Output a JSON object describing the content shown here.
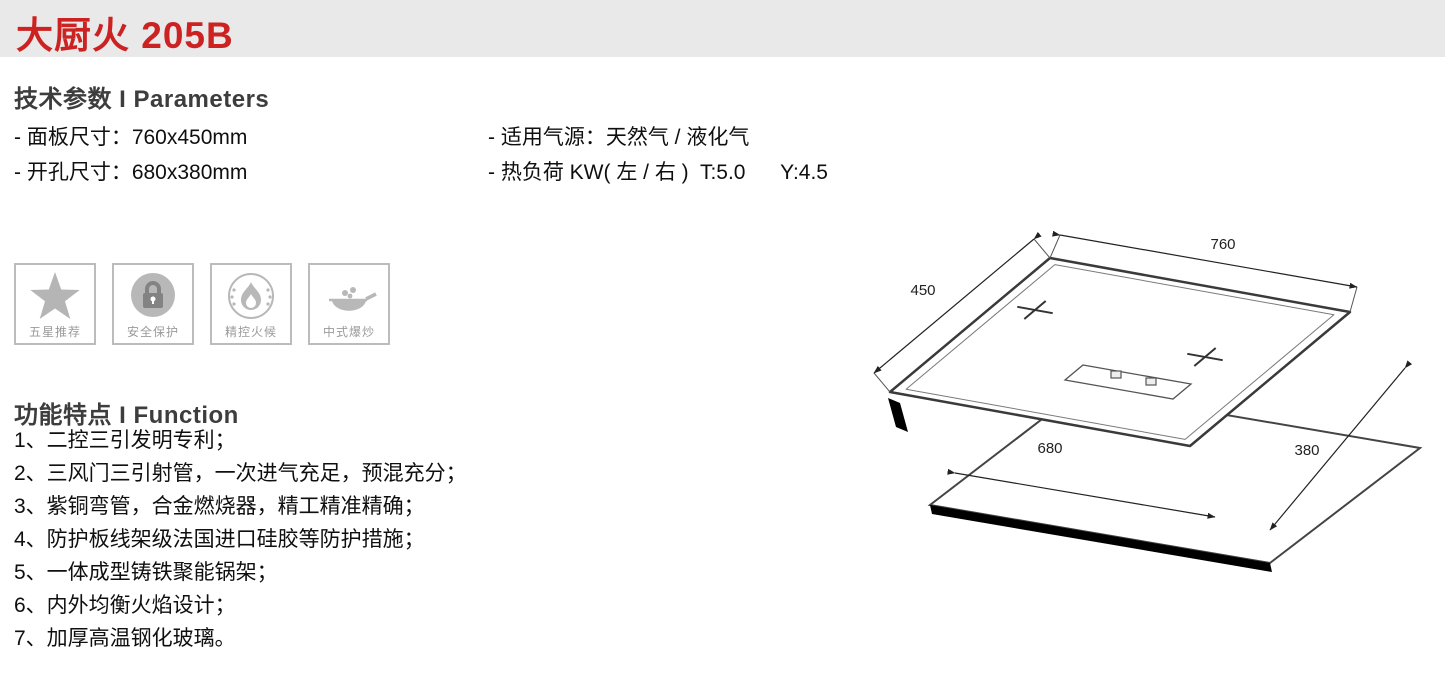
{
  "colors": {
    "accent_red": "#cc2222",
    "header_bar_bg": "#e9e9e9",
    "badge_gray": "#b5b5b5",
    "heading_gray": "#3d3d3d"
  },
  "header": {
    "title": "大厨火 205B"
  },
  "parameters": {
    "heading": "技术参数 I Parameters",
    "left": [
      "- 面板尺寸：760x450mm",
      "- 开孔尺寸：680x380mm"
    ],
    "right": [
      "- 适用气源：天然气 / 液化气",
      "- 热负荷 KW( 左 / 右 )  T:5.0      Y:4.5"
    ]
  },
  "badges": [
    {
      "label": "五星推荐",
      "icon": "star-icon"
    },
    {
      "label": "安全保护",
      "icon": "lock-icon"
    },
    {
      "label": "精控火候",
      "icon": "flame-icon"
    },
    {
      "label": "中式爆炒",
      "icon": "wok-icon"
    }
  ],
  "features": {
    "heading": "功能特点 I Function",
    "items": [
      "1、二控三引发明专利；",
      "2、三风门三引射管，一次进气充足，预混充分；",
      "3、紫铜弯管，合金燃烧器，精工精准精确；",
      "4、防护板线架级法国进口硅胶等防护措施；",
      "5、一体成型铸铁聚能锅架；",
      "6、内外均衡火焰设计；",
      "7、加厚高温钢化玻璃。"
    ]
  },
  "diagram": {
    "dimensions": {
      "panel_width_mm": "760",
      "panel_depth_mm": "450",
      "cutout_width_mm": "680",
      "cutout_depth_mm": "380"
    }
  }
}
